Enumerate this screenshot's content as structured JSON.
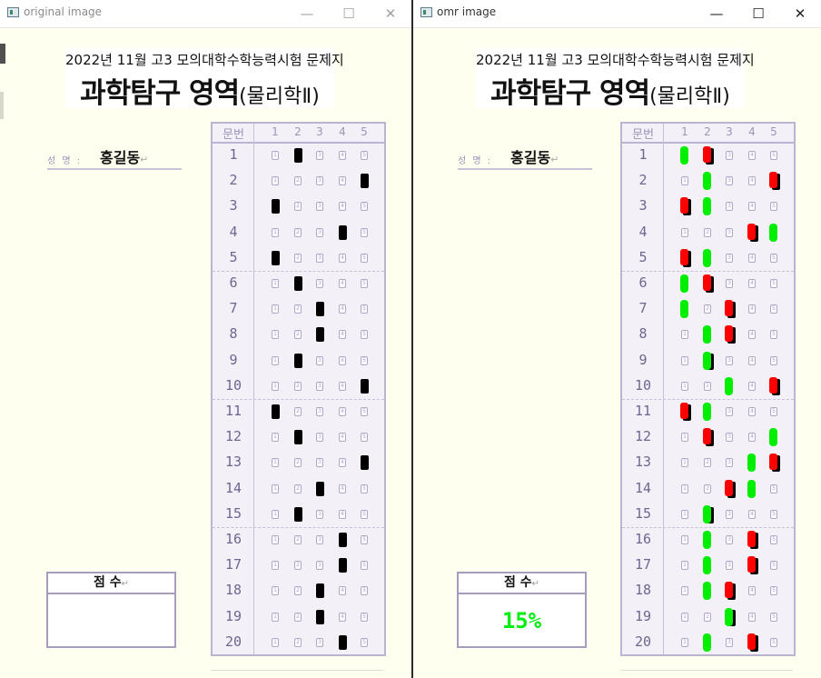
{
  "windows": {
    "original": {
      "title": "original image",
      "score": ""
    },
    "omr": {
      "title": "omr image",
      "score": "15%"
    }
  },
  "window_controls": {
    "minimize": "—",
    "maximize": "☐",
    "close": "✕"
  },
  "sheet": {
    "exam_line1": "2022년 11월 고3 모의대학수학능력시험 문제지",
    "exam_title": "과학탐구 영역",
    "exam_subject": "(물리학Ⅱ)",
    "name_label": "성 명 :",
    "name_value": "홍길동",
    "name_mark": "↵",
    "score_label": "점 수",
    "score_mark": "↵",
    "header_label": "문번",
    "choice_labels": [
      "1",
      "2",
      "3",
      "4",
      "5"
    ],
    "question_numbers": [
      "1",
      "2",
      "3",
      "4",
      "5",
      "6",
      "7",
      "8",
      "9",
      "10",
      "11",
      "12",
      "13",
      "14",
      "15",
      "16",
      "17",
      "18",
      "19",
      "20"
    ]
  },
  "colors": {
    "correct_mark": "#00ee00",
    "wrong_mark": "#ff0000",
    "filled_bubble": "#000000",
    "score_text": "#00ee11"
  },
  "marked_answers": [
    2,
    5,
    1,
    4,
    1,
    2,
    3,
    3,
    2,
    5,
    1,
    2,
    5,
    3,
    2,
    4,
    4,
    3,
    3,
    4
  ],
  "correct_answers": [
    1,
    2,
    2,
    5,
    2,
    1,
    1,
    2,
    2,
    3,
    2,
    5,
    4,
    4,
    2,
    2,
    2,
    2,
    3,
    2
  ],
  "graded_rows": [
    {
      "green": [
        1
      ],
      "red": [
        2
      ],
      "black": [
        2
      ]
    },
    {
      "green": [
        2
      ],
      "red": [
        5
      ],
      "black": [
        5
      ]
    },
    {
      "green": [
        2
      ],
      "red": [
        1
      ],
      "black": [
        1
      ]
    },
    {
      "green": [
        5
      ],
      "red": [
        4
      ],
      "black": [
        4
      ]
    },
    {
      "green": [
        2
      ],
      "red": [
        1
      ],
      "black": [
        1
      ]
    },
    {
      "green": [
        1
      ],
      "red": [
        2
      ],
      "black": [
        2
      ]
    },
    {
      "green": [
        1
      ],
      "red": [
        3
      ],
      "black": [
        3
      ]
    },
    {
      "green": [
        2
      ],
      "red": [
        3
      ],
      "black": [
        3
      ]
    },
    {
      "green": [
        2
      ],
      "red": [],
      "black": [
        2
      ]
    },
    {
      "green": [
        3
      ],
      "red": [
        5
      ],
      "black": [
        5
      ]
    },
    {
      "green": [
        2
      ],
      "red": [
        1
      ],
      "black": [
        1
      ]
    },
    {
      "green": [
        5
      ],
      "red": [
        2
      ],
      "black": [
        2
      ]
    },
    {
      "green": [
        4
      ],
      "red": [
        5
      ],
      "black": [
        5
      ]
    },
    {
      "green": [
        4
      ],
      "red": [
        3
      ],
      "black": [
        3
      ]
    },
    {
      "green": [
        2
      ],
      "red": [],
      "black": [
        2
      ]
    },
    {
      "green": [
        2
      ],
      "red": [
        4
      ],
      "black": [
        4
      ]
    },
    {
      "green": [
        2
      ],
      "red": [
        4
      ],
      "black": [
        4
      ]
    },
    {
      "green": [
        2
      ],
      "red": [
        3
      ],
      "black": [
        3
      ]
    },
    {
      "green": [
        3
      ],
      "red": [],
      "black": [
        3
      ]
    },
    {
      "green": [
        2
      ],
      "red": [
        4
      ],
      "black": [
        4
      ]
    }
  ]
}
